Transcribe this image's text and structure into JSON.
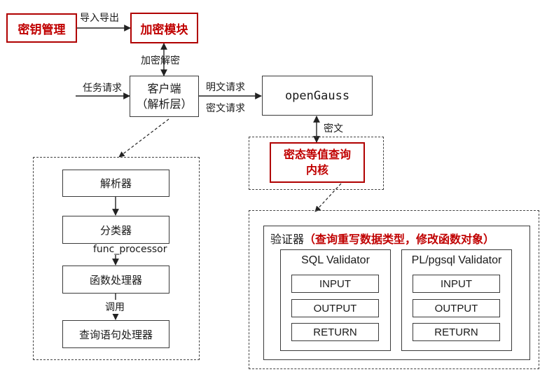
{
  "top": {
    "key_mgmt": "密钥管理",
    "import_export": "导入导出",
    "encrypt_module": "加密模块",
    "encrypt_decrypt": "加密解密"
  },
  "client": {
    "task_request": "任务请求",
    "line1": "客户端",
    "line2": "（解析层）",
    "plain_request": "明文请求",
    "cipher_request": "密文请求"
  },
  "db": {
    "name": "openGauss",
    "ciphertext": "密文",
    "kernel_line1": "密态等值查询",
    "kernel_line2": "内核"
  },
  "parse_flow": {
    "parser": "解析器",
    "classifier": "分类器",
    "func_processor": "func_processor",
    "func_handler": "函数处理器",
    "call": "调用",
    "query_handler": "查询语句处理器"
  },
  "validator": {
    "title_prefix": "验证器",
    "title_note": "（查询重写数据类型，修改函数对象）",
    "sql": {
      "title": "SQL Validator",
      "items": [
        "INPUT",
        "OUTPUT",
        "RETURN"
      ]
    },
    "plpgsql": {
      "title": "PL/pgsql Validator",
      "items": [
        "INPUT",
        "OUTPUT",
        "RETURN"
      ]
    }
  }
}
